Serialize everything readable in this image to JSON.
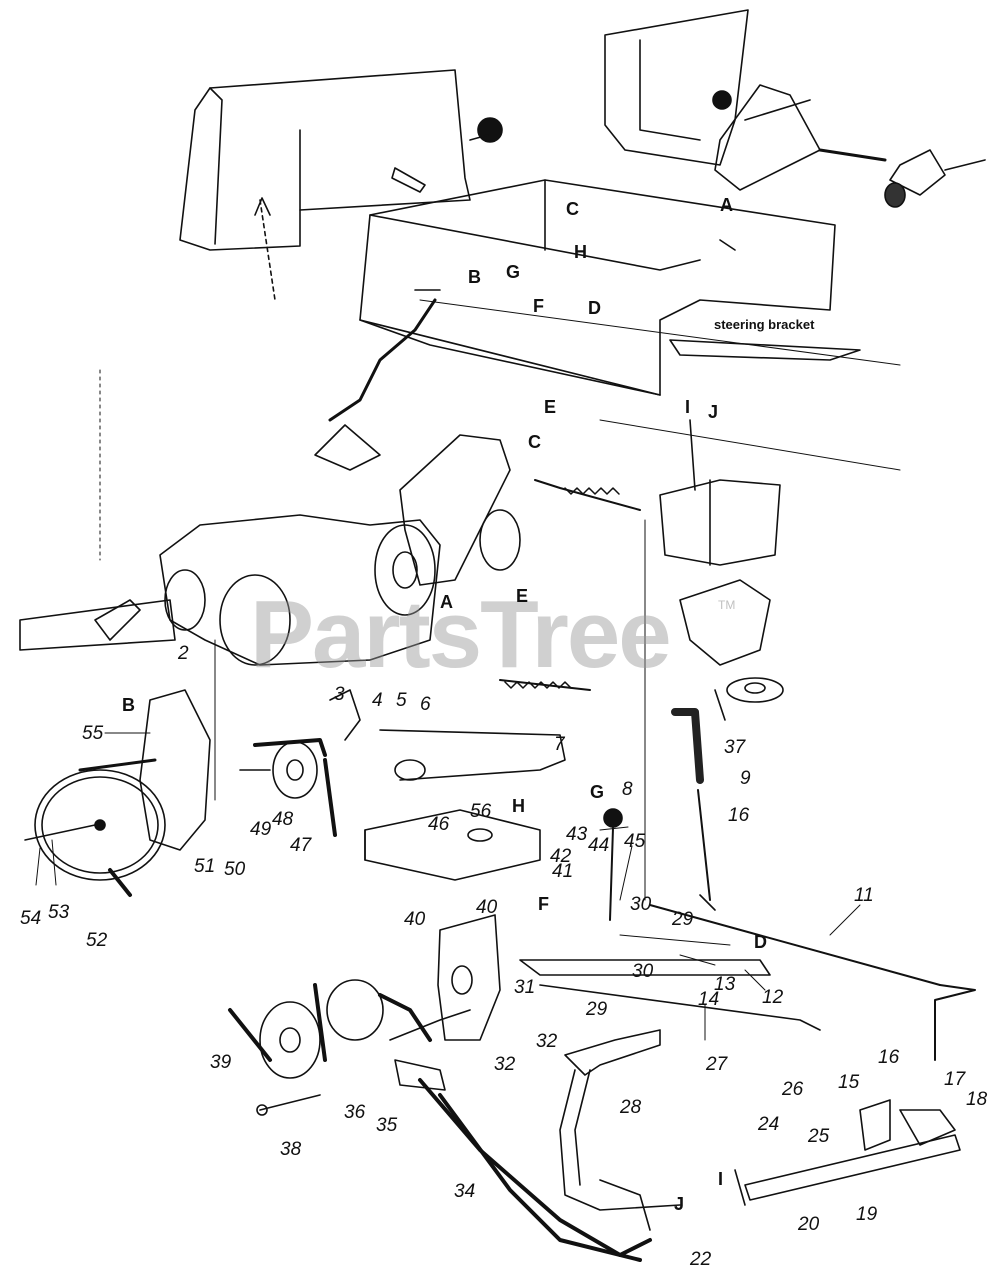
{
  "watermark": {
    "text": "PartsTree",
    "tm": "TM"
  },
  "annotation": {
    "steering_bracket": "steering bracket"
  },
  "letter_labels": {
    "a_top": "A",
    "c_top": "C",
    "b_top": "B",
    "g_top": "G",
    "h_top": "H",
    "f_top": "F",
    "d_top": "D",
    "e_top": "E",
    "i_top": "I",
    "j_top": "J",
    "c_mid": "C",
    "a_mid": "A",
    "e_mid": "E",
    "b_low": "B",
    "g_low": "G",
    "h_low": "H",
    "f_low": "F",
    "d_low": "D",
    "i_low": "I",
    "j_low": "J"
  },
  "part_numbers": {
    "p2": "2",
    "p3": "3",
    "p4": "4",
    "p5": "5",
    "p6": "6",
    "p7": "7",
    "p8": "8",
    "p9": "9",
    "p11": "11",
    "p12": "12",
    "p13": "13",
    "p14": "14",
    "p15": "15",
    "p16a": "16",
    "p16b": "16",
    "p17": "17",
    "p18": "18",
    "p19": "19",
    "p20": "20",
    "p22": "22",
    "p24": "24",
    "p25": "25",
    "p26": "26",
    "p27": "27",
    "p28": "28",
    "p29a": "29",
    "p29b": "29",
    "p30a": "30",
    "p30b": "30",
    "p31": "31",
    "p32a": "32",
    "p32b": "32",
    "p34": "34",
    "p35": "35",
    "p36": "36",
    "p37": "37",
    "p38": "38",
    "p39": "39",
    "p40a": "40",
    "p40b": "40",
    "p41": "41",
    "p42": "42",
    "p43": "43",
    "p44": "44",
    "p45": "45",
    "p46": "46",
    "p47": "47",
    "p48": "48",
    "p49": "49",
    "p50": "50",
    "p51": "51",
    "p52": "52",
    "p53": "53",
    "p54": "54",
    "p55": "55",
    "p56": "56"
  }
}
